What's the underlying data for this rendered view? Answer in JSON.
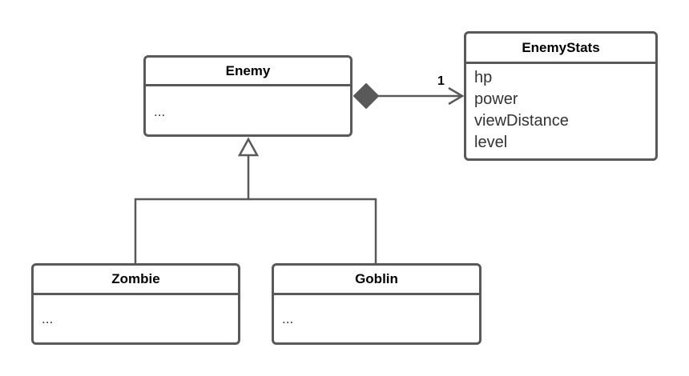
{
  "classes": {
    "enemy": {
      "name": "Enemy",
      "body": "..."
    },
    "enemy_stats": {
      "name": "EnemyStats",
      "attributes": [
        "hp",
        "power",
        "viewDistance",
        "level"
      ]
    },
    "zombie": {
      "name": "Zombie",
      "body": "..."
    },
    "goblin": {
      "name": "Goblin",
      "body": "..."
    }
  },
  "relationships": {
    "composition": {
      "from": "Enemy",
      "to": "EnemyStats",
      "multiplicity": "1"
    },
    "inheritance": {
      "parent": "Enemy",
      "children": [
        "Zombie",
        "Goblin"
      ]
    }
  },
  "colors": {
    "stroke": "#595959",
    "diamond_fill": "#595959",
    "background": "#ffffff"
  }
}
